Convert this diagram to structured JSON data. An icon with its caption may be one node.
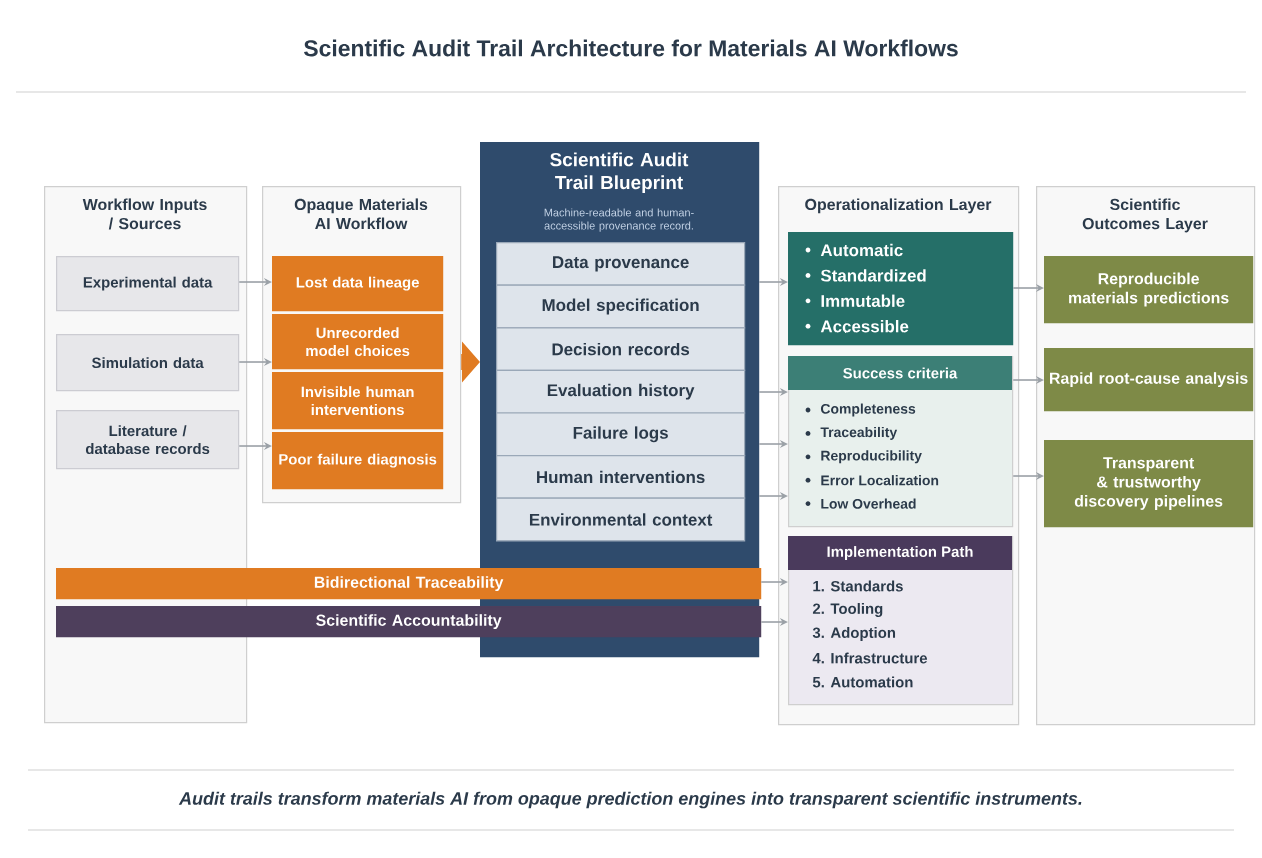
{
  "diagram": {
    "title": "Scientific Audit Trail Architecture for Materials AI Workflows",
    "caption": "Audit trails transform materials AI from opaque prediction engines into transparent scientific instruments.",
    "nodes": [
      {
        "text": [
          "Workflow Inputs / Sources"
        ]
      },
      {
        "text": [
          "Experimental data"
        ],
        "in": 0
      },
      {
        "text": [
          "Simulation data"
        ],
        "in": 0
      },
      {
        "text": [
          "Literature / database records"
        ],
        "in": 0
      },
      {
        "text": [
          "Opaque Materials AI Workflow"
        ]
      },
      {
        "text": [
          "Lost data lineage"
        ],
        "in": 4
      },
      {
        "text": [
          "Unrecorded model choices"
        ],
        "in": 4
      },
      {
        "text": [
          "Invisible human interventions"
        ],
        "in": 4
      },
      {
        "text": [
          "Poor failure diagnosis"
        ],
        "in": 4
      },
      {
        "text": [
          "Scientific Audit Trail Blueprint",
          "Machine-readable and human-accessible provenance record."
        ]
      },
      {
        "text": [
          "Data provenance"
        ],
        "in": 9
      },
      {
        "text": [
          "Model specification"
        ],
        "in": 9
      },
      {
        "text": [
          "Decision records"
        ],
        "in": 9
      },
      {
        "text": [
          "Evaluation history"
        ],
        "in": 9
      },
      {
        "text": [
          "Failure logs"
        ],
        "in": 9
      },
      {
        "text": [
          "Human interventions"
        ],
        "in": 9
      },
      {
        "text": [
          "Environmental context"
        ],
        "in": 9
      },
      {
        "text": [
          "Bidirectional Traceability"
        ]
      },
      {
        "text": [
          "Scientific Accountability"
        ]
      },
      {
        "text": [
          "Operationalization Layer"
        ]
      },
      {
        "text": [
          "Automatic",
          "Standardized",
          "Immutable",
          "Accessible"
        ],
        "in": 19
      },
      {
        "text": [
          "Success criteria",
          "Completeness",
          "Traceability",
          "Reproducibility",
          "Error Localization",
          "Low Overhead"
        ],
        "in": 19
      },
      {
        "text": [
          "Implementation Path",
          "1. Standards",
          "2. Tooling",
          "3. Adoption",
          "4. Infrastructure",
          "5. Automation"
        ],
        "in": 19
      },
      {
        "text": [
          "Scientific Outcomes Layer"
        ]
      },
      {
        "text": [
          "Reproducible materials predictions"
        ],
        "in": 23
      },
      {
        "text": [
          "Rapid root-cause analysis"
        ],
        "in": 23
      },
      {
        "text": [
          "Transparent & trustworthy discovery pipelines"
        ],
        "in": 23
      }
    ],
    "edges": [
      {
        "from": 1,
        "to": 5,
        "arrow": "to"
      },
      {
        "from": 2,
        "to": 6,
        "arrow": "to"
      },
      {
        "from": 3,
        "to": 8,
        "arrow": "to"
      },
      {
        "from": 4,
        "to": 9,
        "arrow": "to",
        "style": "thick",
        "color": "#e07b22"
      },
      {
        "from": 9,
        "to": 20,
        "arrow": "to"
      },
      {
        "from": 9,
        "to": 21,
        "arrow": "to"
      },
      {
        "from": 9,
        "to": 21,
        "arrow": "to"
      },
      {
        "from": 9,
        "to": 21,
        "arrow": "to"
      },
      {
        "from": 17,
        "to": 22,
        "arrow": "to"
      },
      {
        "from": 18,
        "to": 22,
        "arrow": "to"
      },
      {
        "from": 20,
        "to": 24,
        "arrow": "to"
      },
      {
        "from": 21,
        "to": 25,
        "arrow": "to"
      },
      {
        "from": 21,
        "to": 26,
        "arrow": "to"
      }
    ]
  }
}
